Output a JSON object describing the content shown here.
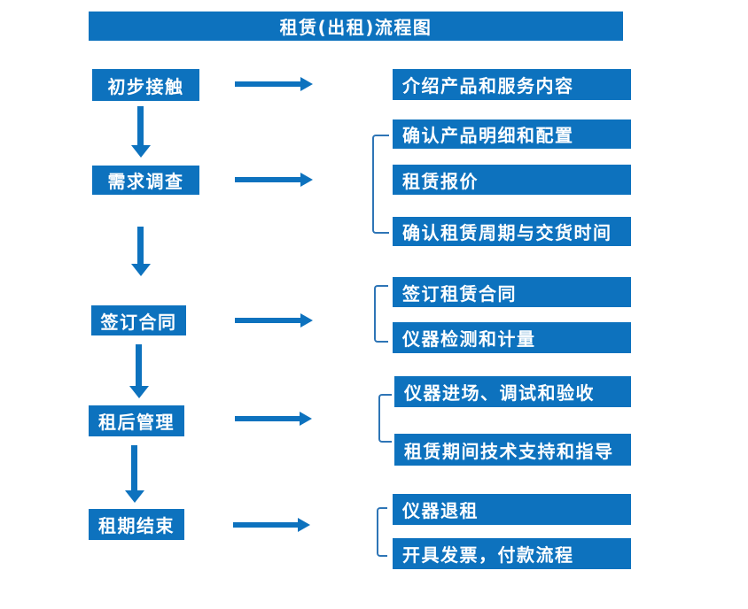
{
  "title": "租赁(出租)流程图",
  "colors": {
    "primary_blue": "#0d72be",
    "bracket_blue": "#2e75b6",
    "text": "#ffffff",
    "background": "#ffffff"
  },
  "flow": {
    "stages": [
      {
        "label": "初步接触",
        "outputs": [
          "介绍产品和服务内容"
        ]
      },
      {
        "label": "需求调查",
        "outputs": [
          "确认产品明细和配置",
          "租赁报价",
          "确认租赁周期与交货时间"
        ]
      },
      {
        "label": "签订合同",
        "outputs": [
          "签订租赁合同",
          "仪器检测和计量"
        ]
      },
      {
        "label": "租后管理",
        "outputs": [
          "仪器进场、调试和验收",
          "租赁期间技术支持和指导"
        ]
      },
      {
        "label": "租期结束",
        "outputs": [
          "仪器退租",
          "开具发票，付款流程"
        ]
      }
    ]
  }
}
